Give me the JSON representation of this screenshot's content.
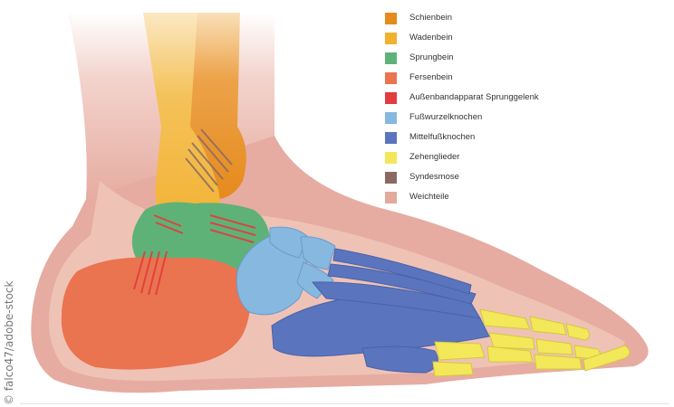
{
  "credit": "© falco47/adobe-stock",
  "legend": [
    {
      "label": "Schienbein",
      "color": "#e58a1c"
    },
    {
      "label": "Wadenbein",
      "color": "#f2b02f"
    },
    {
      "label": "Sprungbein",
      "color": "#5fb277"
    },
    {
      "label": "Fersenbein",
      "color": "#ea7350"
    },
    {
      "label": "Außenbandapparat Sprunggelenk",
      "color": "#e23c3e"
    },
    {
      "label": "Fußwurzelknochen",
      "color": "#86b8e0"
    },
    {
      "label": "Mittelfußknochen",
      "color": "#5a74be"
    },
    {
      "label": "Zehenglieder",
      "color": "#f3e75a"
    },
    {
      "label": "Syndesmose",
      "color": "#8b6a64"
    },
    {
      "label": "Weichteile",
      "color": "#e2aa9c"
    }
  ]
}
